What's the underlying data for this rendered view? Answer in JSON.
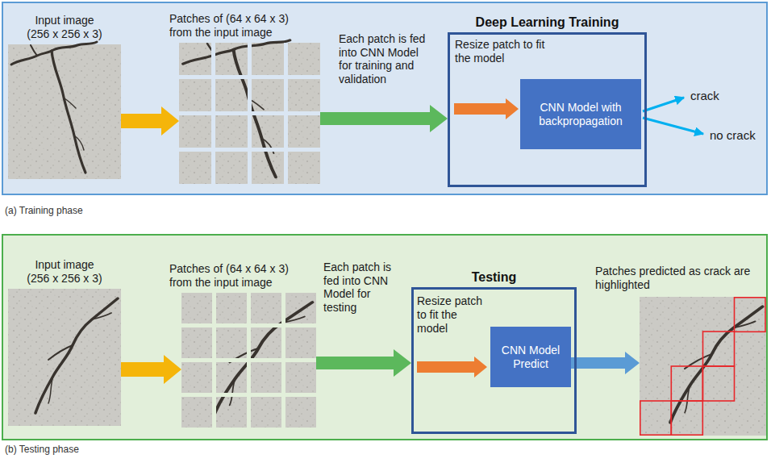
{
  "diagram": {
    "nodes": [
      {
        "text": [
          "(a) Training phase"
        ]
      },
      {
        "text": [
          "Input image (256 x 256 x 3)"
        ],
        "in": 0
      },
      {
        "text": [
          "Patches of (64 x 64 x 3) from the input image"
        ],
        "in": 0
      },
      {
        "text": [
          "Deep Learning Training",
          "Resize patch to fit the model"
        ],
        "in": 0
      },
      {
        "text": [
          "CNN Model with backpropagation"
        ],
        "in": 3
      },
      {
        "text": [
          "(b) Testing phase"
        ]
      },
      {
        "text": [
          "Input image (256 x 256 x 3)"
        ],
        "in": 5
      },
      {
        "text": [
          "Patches of (64 x 64 x 3) from the input image"
        ],
        "in": 5
      },
      {
        "text": [
          "Testing",
          "Resize patch to fit the model"
        ],
        "in": 5
      },
      {
        "text": [
          "CNN Model Predict"
        ],
        "in": 8
      },
      {
        "text": [
          "Patches predicted as crack are highlighted"
        ],
        "in": 5
      }
    ],
    "edges": [
      {
        "from": 1,
        "to": 2,
        "arrow": "to"
      },
      {
        "from": 2,
        "to": 3,
        "arrow": "to",
        "label": "Each patch is fed into CNN Model for training and validation"
      },
      {
        "from": 6,
        "to": 7,
        "arrow": "to"
      },
      {
        "from": 7,
        "to": 8,
        "arrow": "to",
        "label": "Each patch is fed into CNN Model for testing"
      },
      {
        "from": 9,
        "to": 10,
        "arrow": "to"
      }
    ],
    "labels": [
      "crack",
      "no crack"
    ]
  }
}
